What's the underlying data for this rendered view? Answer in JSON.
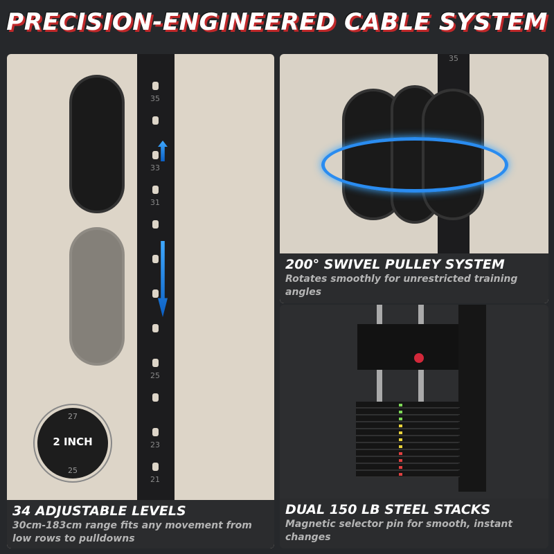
{
  "title": "PRECISION-ENGINEERED CABLE SYSTEM",
  "panels": [
    {
      "heading": "34 ADJUSTABLE LEVELS",
      "text": "30cm-183cm range fits any movement from low rows to pulldowns",
      "badge": "2 INCH",
      "levels": [
        "35",
        "33",
        "31",
        "25",
        "23",
        "21"
      ],
      "badge_numbers": [
        "27",
        "25"
      ]
    },
    {
      "heading": "200° SWIVEL PULLEY SYSTEM",
      "text": "Rotates smoothly for unrestricted training angles",
      "level": "35"
    },
    {
      "heading": "DUAL 150 LB STEEL STACKS",
      "text": "Magnetic selector pin for smooth, instant changes"
    }
  ],
  "colors": {
    "accent_red": "#c0282a",
    "arrow_blue": "#2a8cf0",
    "background": "#26282b"
  }
}
